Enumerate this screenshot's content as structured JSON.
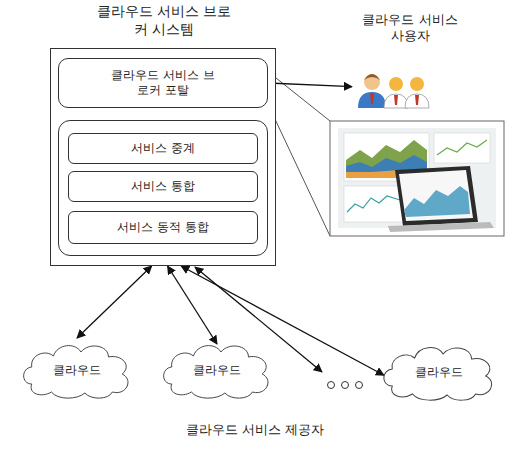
{
  "diagram": {
    "nodes": [
      {
        "text": [
          "클라우드 서비스 브로커 시스템"
        ]
      },
      {
        "text": [
          "클라우드 서비스 브로커 포탈"
        ],
        "in": 0
      },
      {
        "text": [
          "서비스 중계"
        ],
        "in": 0
      },
      {
        "text": [
          "서비스 통합"
        ],
        "in": 0
      },
      {
        "text": [
          "서비스 동적 통합"
        ],
        "in": 0
      },
      {
        "text": [
          "클라우드 서비스 사용자"
        ]
      },
      {
        "text": [
          "클라우드"
        ]
      },
      {
        "text": [
          "클라우드"
        ]
      },
      {
        "text": [
          "클라우드"
        ]
      }
    ],
    "edges": [
      {
        "from": 1,
        "to": 5,
        "arrow": "both"
      },
      {
        "from": 0,
        "to": 6,
        "arrow": "both"
      },
      {
        "from": 0,
        "to": 7,
        "arrow": "both"
      },
      {
        "from": 0,
        "to": 8,
        "arrow": "both"
      }
    ],
    "labels": [
      "클라우드 서비스 제공자"
    ]
  }
}
